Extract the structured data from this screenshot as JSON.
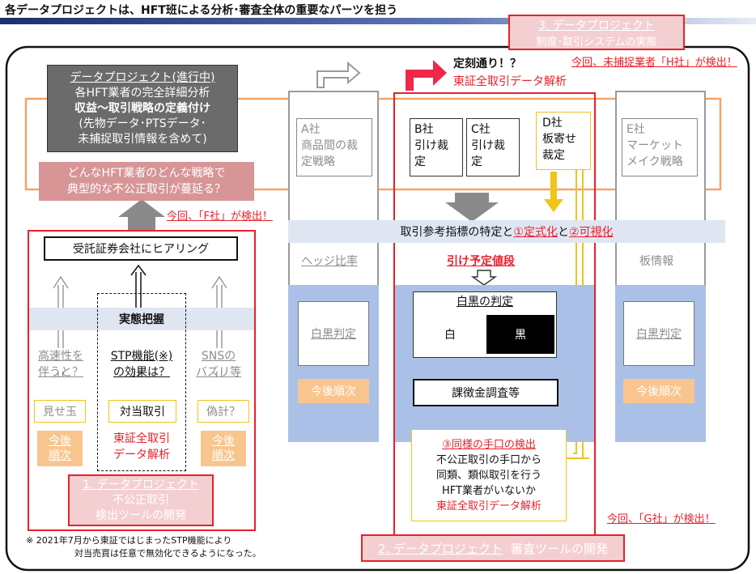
{
  "header": {
    "title": "各データプロジェクトは、HFT班による分析･審査全体の重要なパーツを担う"
  },
  "top_right_box": {
    "title": "3. データプロジェクト",
    "subtitle": "制度･取引システムの実態"
  },
  "detected": {
    "h": "今回、未捕捉業者「H社」が検出！",
    "f": "今回、「F社」が検出！",
    "g": "今回、「G社」が検出！"
  },
  "ongoing": {
    "title": "データプロジェクト(進行中)",
    "line1": "各HFT業者の完全詳細分析",
    "line2": "収益～取引戦略の定義付け",
    "line3": "(先物データ･PTSデータ･",
    "line4": "未捕捉取引情報を含めて)"
  },
  "question": {
    "line1": "どんなHFT業者のどんな戦略で",
    "line2": "典型的な不公正取引が蔓延る？"
  },
  "on_time": {
    "label": "定刻通り！？",
    "sub": "東証全取引データ解析"
  },
  "companies": {
    "a": {
      "line1": "A社",
      "line2": "商品間の裁",
      "line3": "定戦略"
    },
    "b": {
      "line1": "B社",
      "line2": "引け裁",
      "line3": "定"
    },
    "c": {
      "line1": "C社",
      "line2": "引け裁",
      "line3": "定"
    },
    "d": {
      "line1": "D社",
      "line2": "板寄せ",
      "line3": "裁定"
    },
    "e": {
      "line1": "E社",
      "line2": "マーケット",
      "line3": "メイク戦略"
    }
  },
  "band": {
    "pre": "取引参考指標の特定と",
    "p1": "①定式化",
    "mid": "と",
    "p2": "②可視化"
  },
  "left_col": {
    "label": "ヘッジ比率",
    "judge": "白黒判定",
    "later": "今後順次"
  },
  "right_col": {
    "label": "板情報",
    "judge": "白黒判定",
    "later": "今後順次"
  },
  "center": {
    "label": "引け予定値段",
    "judge_title": "白黒の判定",
    "white": "白",
    "black": "黒",
    "penalty": "課徴金調査等"
  },
  "similar": {
    "title": "③同様の手口の検出",
    "l1": "不公正取引の手口から",
    "l2": "同類、類似取引を行う",
    "l3": "HFT業者がいないか",
    "l4": "東証全取引データ解析"
  },
  "project2": {
    "num": "2. データプロジェクト",
    "text": "審査ツールの開発"
  },
  "project1": {
    "hearing": "受託証券会社にヒアリング",
    "actual": "実態把握",
    "q1": {
      "line1": "高速性を",
      "line2": "伴うと？"
    },
    "q2": {
      "line1": "STP機能(※)",
      "line2": "の効果は？"
    },
    "q3": {
      "line1": "SNSの",
      "line2": "バズリ等"
    },
    "k1": "見せ玉",
    "k2": "対当取引",
    "k3": "偽計？",
    "later1": {
      "line1": "今後",
      "line2": "順次"
    },
    "later3": {
      "line1": "今後",
      "line2": "順次"
    },
    "analysis": {
      "line1": "東証全取引",
      "line2": "データ解析"
    },
    "num": "1. データプロジェクト",
    "l1": "不公正取引",
    "l2": "検出ツールの開発"
  },
  "footnote": {
    "line1": "※ 2021年7月から東証ではじまったSTP機能により",
    "line2": "対当売買は任意で無効化できるようになった。"
  },
  "colors": {
    "accent_red": "#e8202a",
    "gray_box": "#6b6b6b",
    "pink": "#d79596",
    "blue_wash": "#aac0e6",
    "orange": "#f9c58f",
    "yellow": "#f0c419",
    "band_orange": "#f2a46a"
  }
}
